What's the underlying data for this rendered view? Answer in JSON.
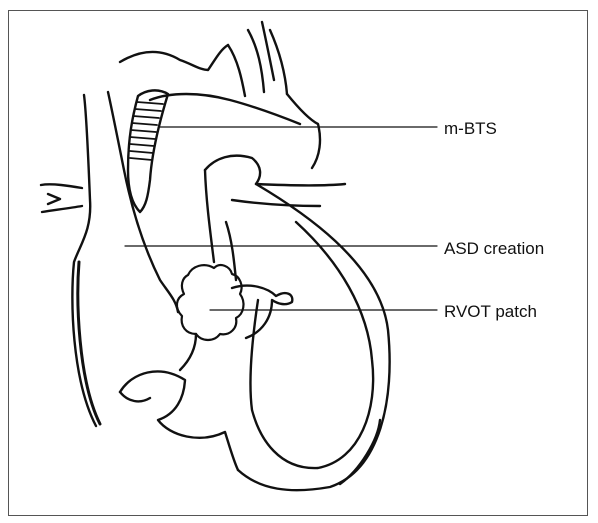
{
  "diagram": {
    "labels": {
      "mbts": "m-BTS",
      "asd": "ASD creation",
      "rvot": "RVOT patch"
    },
    "colors": {
      "stroke": "#111111",
      "frame": "#555555",
      "background": "#ffffff"
    }
  }
}
